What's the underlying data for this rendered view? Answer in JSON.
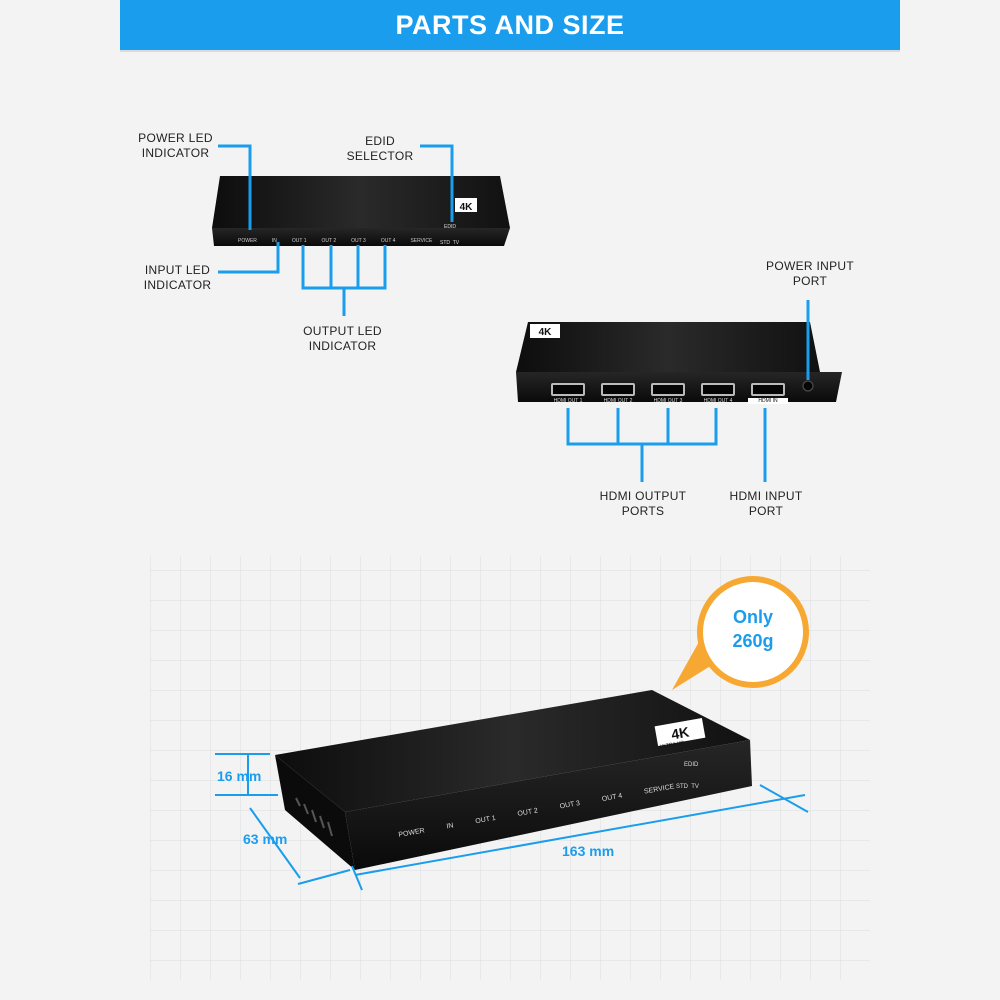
{
  "header": {
    "title": "PARTS AND SIZE"
  },
  "colors": {
    "accent": "#1a9ded",
    "bubble_ring": "#f7a833",
    "device": "#181818"
  },
  "front_view": {
    "callouts": {
      "power_led": "POWER LED\nINDICATOR",
      "edid_selector": "EDID\nSELECTOR",
      "input_led": "INPUT LED\nINDICATOR",
      "output_led": "OUTPUT LED\nINDICATOR"
    },
    "panel_labels": [
      "POWER",
      "IN",
      "OUT 1",
      "OUT 2",
      "OUT 3",
      "OUT 4",
      "SERVICE"
    ],
    "edid_label": "EDID",
    "edid_positions": "STD  TV",
    "badge": "4K"
  },
  "rear_view": {
    "callouts": {
      "power_input": "POWER INPUT\nPORT",
      "hdmi_output": "HDMI OUTPUT\nPORTS",
      "hdmi_input": "HDMI INPUT\nPORT"
    },
    "ports": [
      "HDMI OUT 1",
      "HDMI OUT 2",
      "HDMI OUT 3",
      "HDMI OUT 4",
      "HDMI IN"
    ],
    "badge": "4K"
  },
  "size_view": {
    "weight_line1": "Only",
    "weight_line2": "260g",
    "height": "16 mm",
    "depth": "63 mm",
    "length": "163 mm",
    "panel_labels": [
      "POWER",
      "IN",
      "OUT 1",
      "OUT 2",
      "OUT 3",
      "OUT 4",
      "SERVICE"
    ],
    "edid_label": "EDID",
    "edid_positions": "STD  TV",
    "badge": "4K",
    "badge_sub": "ULTRA HD"
  }
}
